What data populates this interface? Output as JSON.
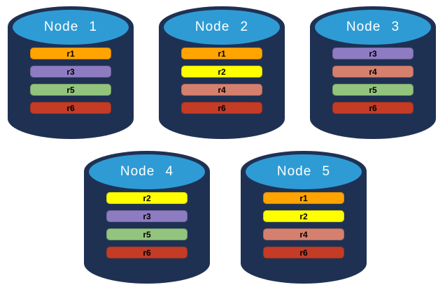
{
  "colors": {
    "background": "#ffffff",
    "cylinder_body": "#1F3153",
    "cylinder_top_face": "#2E9BD5",
    "node_title_text": "#ffffff",
    "replica_label_text": "#000000"
  },
  "replica_colors": {
    "r1": "#FFA400",
    "r2": "#FFFF00",
    "r3": "#8E7CC3",
    "r4": "#D5806E",
    "r5": "#93C47D",
    "r6": "#C43C26"
  },
  "nodes": [
    {
      "label": "Node 1",
      "replicas": [
        "r1",
        "r3",
        "r5",
        "r6"
      ]
    },
    {
      "label": "Node 2",
      "replicas": [
        "r1",
        "r2",
        "r4",
        "r6"
      ]
    },
    {
      "label": "Node 3",
      "replicas": [
        "r3",
        "r4",
        "r5",
        "r6"
      ]
    },
    {
      "label": "Node 4",
      "replicas": [
        "r2",
        "r3",
        "r5",
        "r6"
      ]
    },
    {
      "label": "Node 5",
      "replicas": [
        "r1",
        "r2",
        "r4",
        "r6"
      ]
    }
  ]
}
